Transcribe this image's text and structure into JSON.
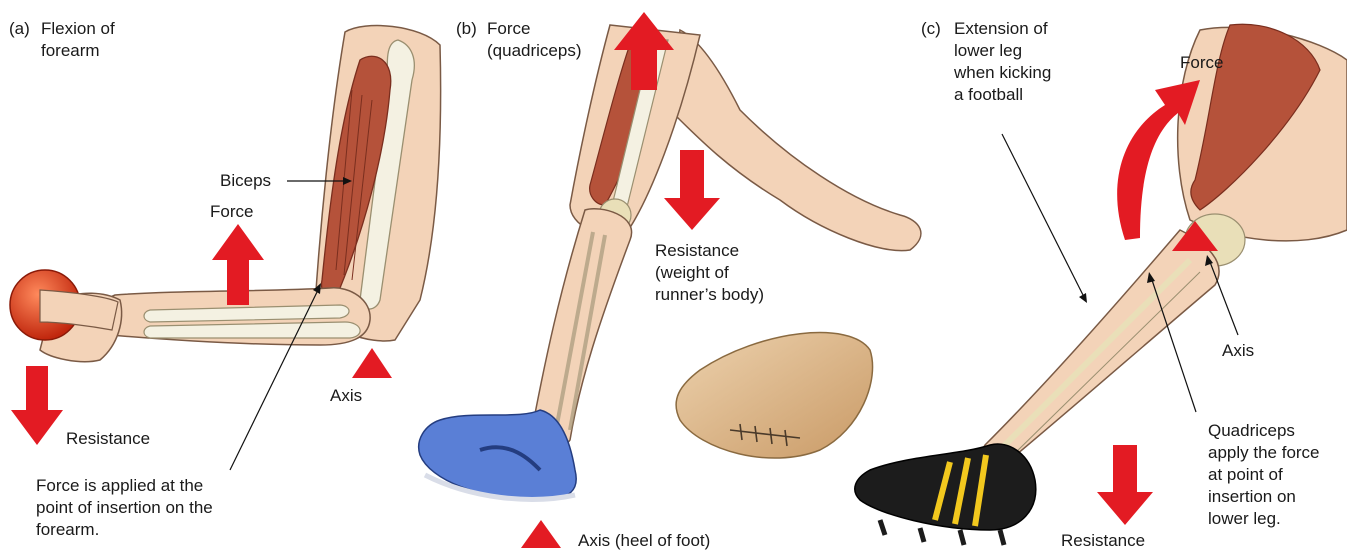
{
  "panels": {
    "a": {
      "tag": "(a)",
      "title": "Flexion of\nforearm",
      "biceps": "Biceps",
      "force": "Force",
      "axis": "Axis",
      "resistance": "Resistance",
      "insertion_note": "Force is applied at the\npoint of insertion on the\nforearm."
    },
    "b": {
      "tag": "(b)",
      "title": "Force\n(quadriceps)",
      "resistance": "Resistance\n(weight of\nrunner’s body)",
      "axis": "Axis (heel of foot)"
    },
    "c": {
      "tag": "(c)",
      "title": "Extension of\nlower leg\nwhen kicking\na football",
      "force": "Force",
      "axis": "Axis",
      "resistance": "Resistance",
      "quadriceps_note": "Quadriceps\napply the force\nat point of\ninsertion on\nlower leg."
    }
  },
  "colors": {
    "arrow_red": "#e31b23",
    "muscle": "#b5523a",
    "skin": "#f3d3b8",
    "bone": "#f4f1e2",
    "ball_red": "#d83a1e",
    "shoe_blue": "#5a7fd6",
    "shoe_black": "#1c1c1c",
    "shoe_stripe": "#f2c81e",
    "football": "#d9b48a"
  }
}
